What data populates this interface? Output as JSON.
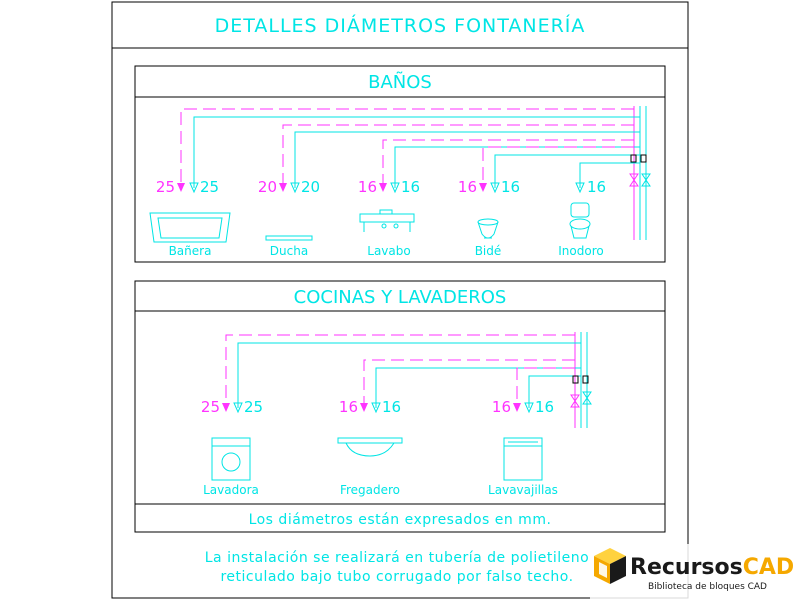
{
  "title": "DETALLES DIÁMETROS FONTANERÍA",
  "sections": [
    {
      "heading": "BAÑOS",
      "fixtures": [
        {
          "name": "Bañera",
          "hot": "25",
          "cold": "25"
        },
        {
          "name": "Ducha",
          "hot": "20",
          "cold": "20"
        },
        {
          "name": "Lavabo",
          "hot": "16",
          "cold": "16"
        },
        {
          "name": "Bidé",
          "hot": "16",
          "cold": "16"
        },
        {
          "name": "Inodoro",
          "hot": "",
          "cold": "16"
        }
      ]
    },
    {
      "heading": "COCINAS Y LAVADEROS",
      "fixtures": [
        {
          "name": "Lavadora",
          "hot": "25",
          "cold": "25"
        },
        {
          "name": "Fregadero",
          "hot": "16",
          "cold": "16"
        },
        {
          "name": "Lavavajillas",
          "hot": "16",
          "cold": "16"
        }
      ]
    }
  ],
  "units_note": "Los diámetros están expresados en mm.",
  "footer_note": [
    "La instalación se realizará en tubería de polietileno",
    "reticulado bajo tubo corrugado por falso techo."
  ],
  "brand": {
    "name": "RecursosCAD",
    "name_part1": "Recursos",
    "name_part2": "CAD",
    "tagline": "Biblioteca de bloques CAD"
  },
  "colors": {
    "cold_line": "#00e5e5",
    "hot_line": "#ff33ff",
    "frame": "#000000",
    "background": "#ffffff",
    "brand_accent": "#f5a800"
  }
}
